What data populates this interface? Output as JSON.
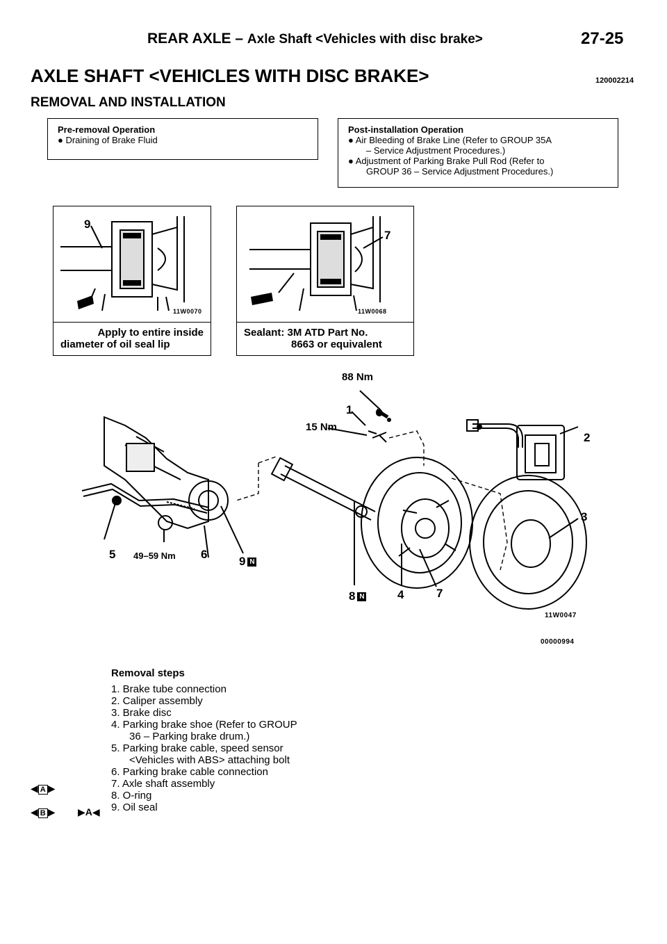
{
  "header": {
    "title_main": "REAR AXLE – ",
    "title_sub": "Axle Shaft <Vehicles with disc brake>",
    "page_number": "27-25"
  },
  "section": {
    "title": "AXLE SHAFT <VEHICLES WITH DISC BRAKE>",
    "code": "12000​2214",
    "subtitle": "REMOVAL AND INSTALLATION"
  },
  "pre_removal": {
    "title": "Pre-removal Operation",
    "items": [
      "● Draining of Brake Fluid"
    ]
  },
  "post_installation": {
    "title": "Post-installation Operation",
    "lines": [
      "● Air Bleeding of Brake Line (Refer to GROUP 35A",
      "– Service Adjustment Procedures.)",
      "● Adjustment of Parking Brake Pull Rod (Refer to",
      "GROUP 36 – Service Adjustment Procedures.)"
    ]
  },
  "inset_left": {
    "label": "9",
    "code": "11W0070",
    "caption_line1": "Apply to entire inside",
    "caption_line2": "diameter of oil seal lip"
  },
  "inset_right": {
    "label": "7",
    "code": "11W0068",
    "caption_line1": "Sealant: 3M ATD Part No.",
    "caption_line2": "8663 or equivalent"
  },
  "diagram": {
    "torque_88": "88 Nm",
    "torque_15": "15 Nm",
    "torque_49": "49–59 Nm",
    "n_badge": "N",
    "labels": {
      "l1": "1",
      "l2": "2",
      "l3": "3",
      "l4": "4",
      "l5": "5",
      "l6": "6",
      "l7": "7",
      "l8": "8",
      "l9": "9"
    },
    "code_fig": "11W0047",
    "code_page": "00000994"
  },
  "removal": {
    "title": "Removal steps",
    "steps": [
      "1. Brake tube connection",
      "2. Caliper assembly",
      "3. Brake disc",
      "4. Parking brake shoe (Refer to GROUP",
      "36 – Parking brake drum.)",
      "5. Parking brake cable, speed sensor",
      "<Vehicles with ABS> attaching bolt",
      "6. Parking brake cable connection",
      "7. Axle shaft assembly",
      "8. O-ring",
      "9. Oil seal"
    ],
    "markers": {
      "a_left": "A",
      "b_left": "B",
      "a_right": "A"
    }
  }
}
